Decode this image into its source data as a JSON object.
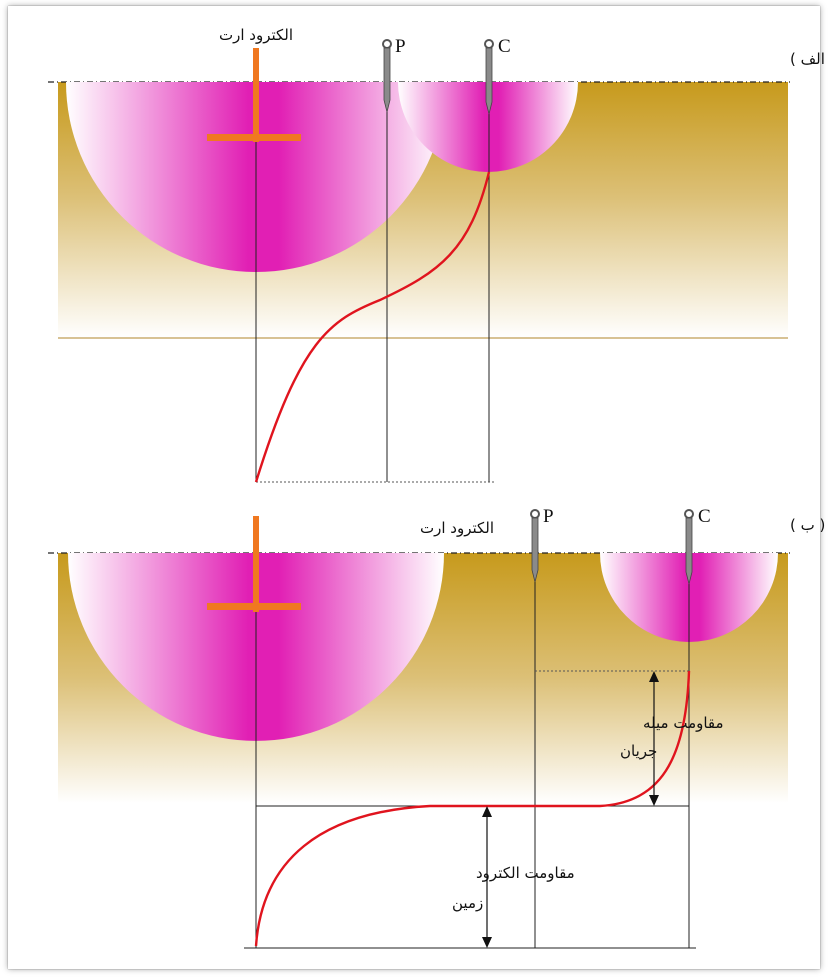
{
  "panel_a": {
    "tag": "( الف )",
    "electrode_label": "الکترود ارت",
    "probe_p_label": "P",
    "probe_c_label": "C"
  },
  "panel_b": {
    "tag": "( ب )",
    "electrode_label": "الکترود ارت",
    "probe_p_label": "P",
    "probe_c_label": "C",
    "rod_resistance_line1": "مقاومت میله",
    "rod_resistance_line2": "جریان",
    "electrode_resistance_line1": "مقاومت الکترود",
    "electrode_resistance_line2": "زمین"
  },
  "colors": {
    "soil": "#c9a227",
    "hemisphere": "#e11fb4",
    "curve": "#e0141e",
    "electrode": "#f07820"
  }
}
